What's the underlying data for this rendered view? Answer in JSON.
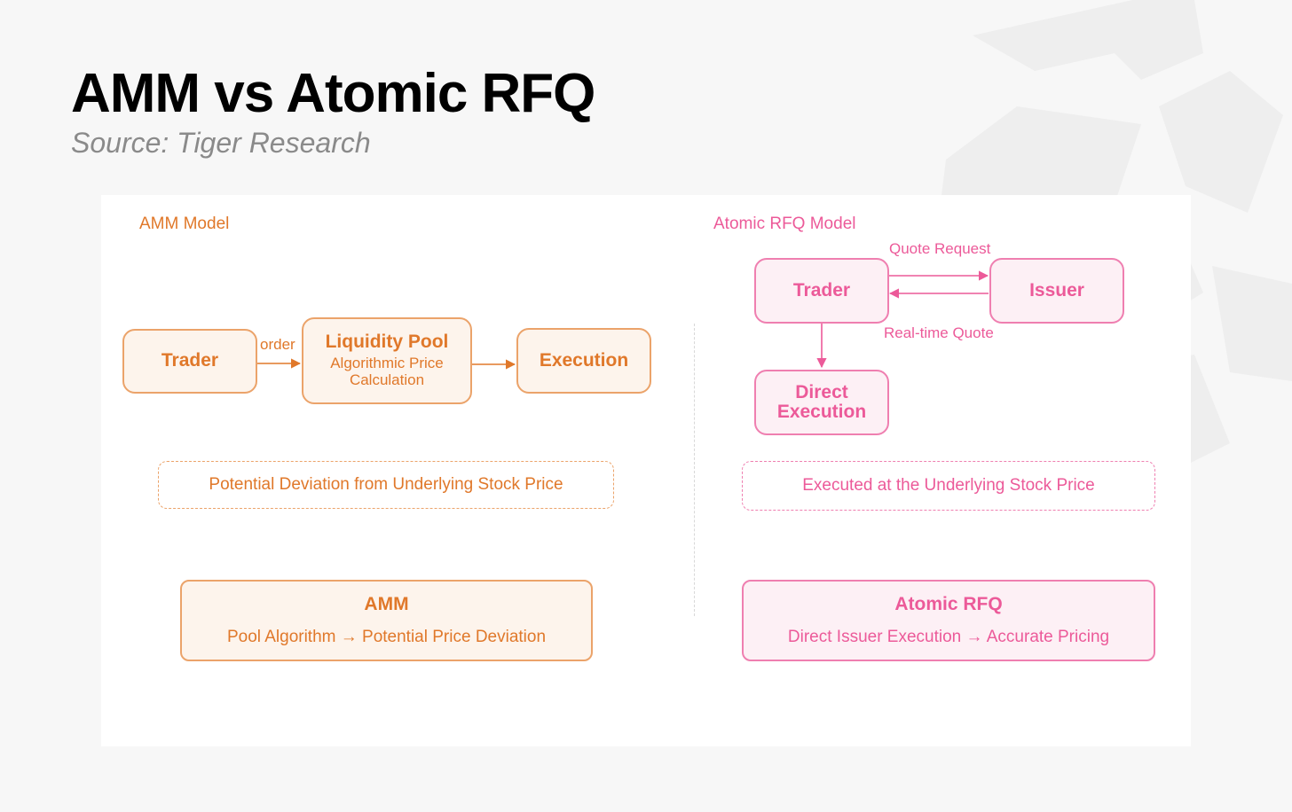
{
  "header": {
    "title": "AMM vs Atomic RFQ",
    "source": "Source: Tiger Research"
  },
  "amm": {
    "section_title": "AMM Model",
    "nodes": {
      "trader": "Trader",
      "pool_title": "Liquidity Pool",
      "pool_sub": "Algorithmic Price Calculation",
      "execution": "Execution"
    },
    "edge_order": "order",
    "note": "Potential Deviation from Underlying Stock Price",
    "summary": {
      "title": "AMM",
      "text": "Pool Algorithm → Potential Price Deviation"
    }
  },
  "rfq": {
    "section_title": "Atomic RFQ Model",
    "nodes": {
      "trader": "Trader",
      "issuer": "Issuer",
      "direct_execution": "Direct Execution"
    },
    "edge_quote_request": "Quote Request",
    "edge_realtime_quote": "Real-time Quote",
    "note": "Executed at the Underlying Stock Price",
    "summary": {
      "title": "Atomic RFQ",
      "text": "Direct Issuer Execution → Accurate Pricing"
    }
  },
  "colors": {
    "amm_accent": "#e0782a",
    "rfq_accent": "#ec5a99",
    "background": "#f7f7f7"
  }
}
